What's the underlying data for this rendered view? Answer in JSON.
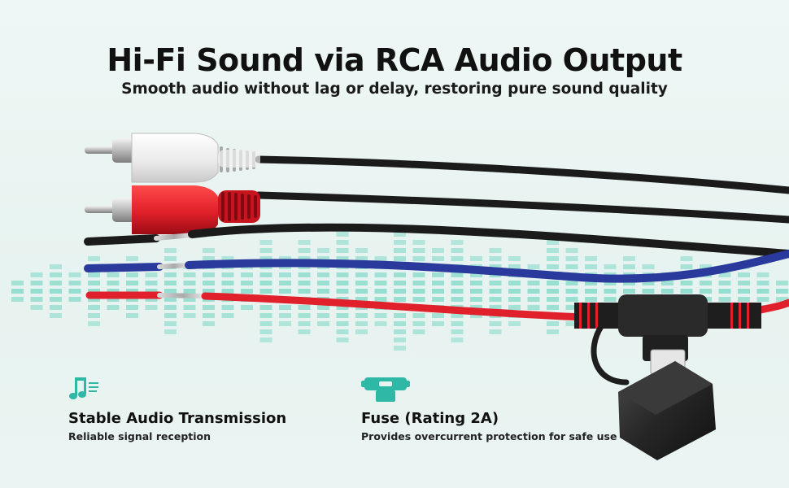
{
  "header": {
    "title": "Hi-Fi Sound via RCA Audio Output",
    "subtitle": "Smooth audio without lag or delay, restoring pure sound quality"
  },
  "features": [
    {
      "title": "Stable Audio Transmission",
      "description": "Reliable signal reception",
      "icon": "music-notes-icon"
    },
    {
      "title": "Fuse (Rating 2A)",
      "description": "Provides overcurrent protection for safe use",
      "icon": "fuse-icon"
    }
  ],
  "colors": {
    "accent": "#2fb8a5",
    "equalizer": "#8fdccd",
    "cable_black": "#1b1b1b",
    "cable_blue": "#2a3a9c",
    "cable_red": "#e0202a",
    "rca_white": "#f2f2f2",
    "rca_red": "#e0202a"
  }
}
